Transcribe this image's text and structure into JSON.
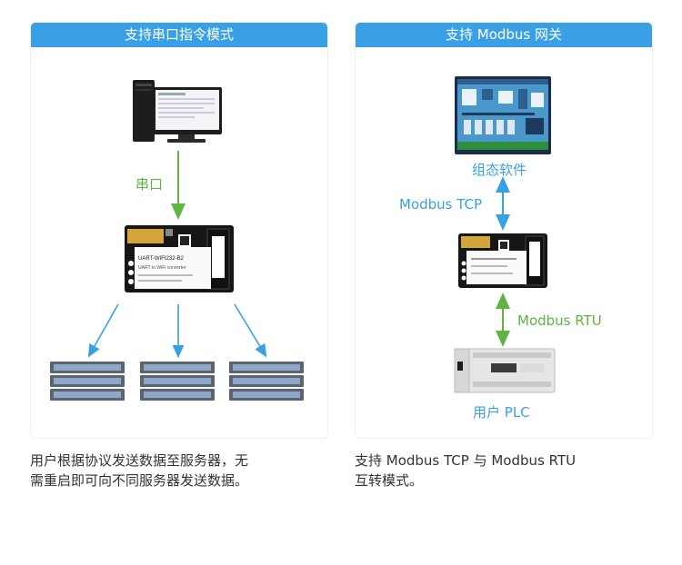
{
  "left_card": {
    "title": "支持串口指令模式",
    "link_label": "串口",
    "description_lines": [
      "用户根据协议发送数据至服务器，无",
      "需重启即可向不同服务器发送数据。"
    ],
    "module_text": {
      "model": "UART-WIFI232-B2",
      "sub": "UART to WiFi converter"
    }
  },
  "right_card": {
    "title": "支持 Modbus 网关",
    "top_device_label": "组态软件",
    "tcp_label": "Modbus TCP",
    "rtu_label": "Modbus RTU",
    "plc_label": "用户 PLC",
    "description_lines": [
      "支持 Modbus TCP 与 Modbus RTU",
      "互转模式。"
    ]
  },
  "colors": {
    "header": "#3aa0e6",
    "green": "#5fb443",
    "blue": "#3aa0e6"
  }
}
